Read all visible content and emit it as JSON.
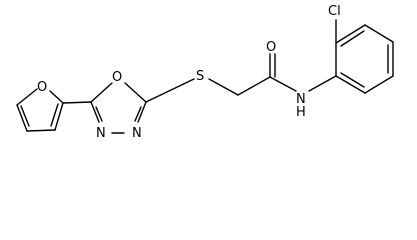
{
  "molecule": {
    "atoms": {
      "chlorine": "Cl",
      "carbonyl_oxygen": "O",
      "amide_nitrogen": "N",
      "amide_hydrogen": "H",
      "thioether_sulfur": "S",
      "oxadiazole_oxygen": "O",
      "oxadiazole_nitrogen_1": "N",
      "oxadiazole_nitrogen_2": "N",
      "furan_oxygen": "O"
    }
  }
}
